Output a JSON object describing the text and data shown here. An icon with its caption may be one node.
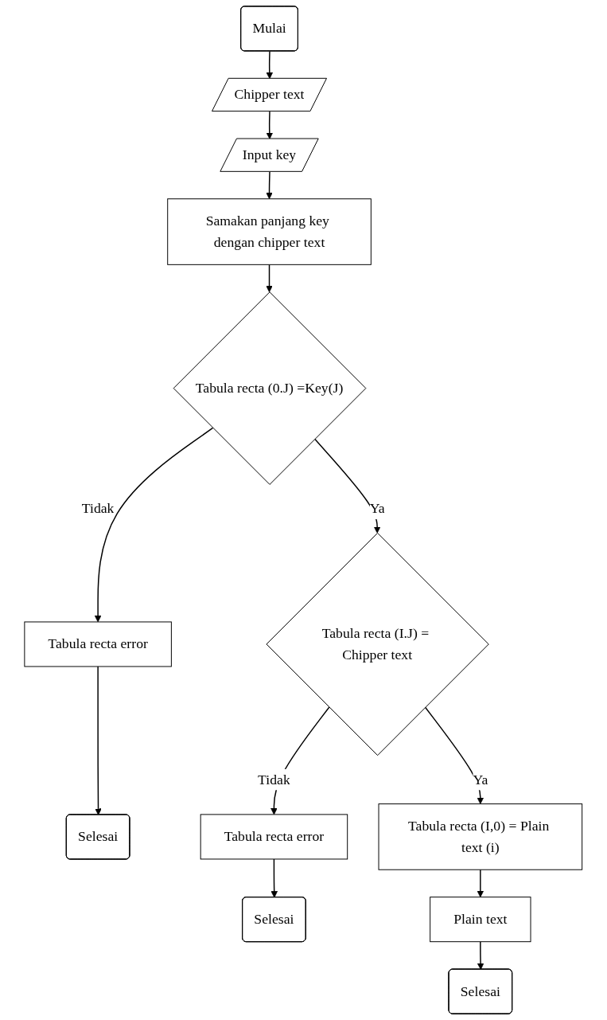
{
  "diagram": {
    "nodes": [
      {
        "text": [
          "Mulai"
        ]
      },
      {
        "text": [
          "Chipper text"
        ]
      },
      {
        "text": [
          "Input key"
        ]
      },
      {
        "text": [
          "Samakan panjang key dengan chipper text"
        ]
      },
      {
        "text": [
          "Tabula recta (0.J) =Key(J)"
        ]
      },
      {
        "text": [
          "Tabula recta error"
        ]
      },
      {
        "text": [
          "Selesai"
        ]
      },
      {
        "text": [
          "Tabula recta (I.J) = Chipper text"
        ]
      },
      {
        "text": [
          "Tabula recta error"
        ]
      },
      {
        "text": [
          "Selesai"
        ]
      },
      {
        "text": [
          "Tabula recta (I,0) = Plain text (i)"
        ]
      },
      {
        "text": [
          "Plain text"
        ]
      },
      {
        "text": [
          "Selesai"
        ]
      }
    ],
    "edges": [
      {
        "from": 0,
        "to": 1,
        "arrow": "to"
      },
      {
        "from": 1,
        "to": 2,
        "arrow": "to"
      },
      {
        "from": 2,
        "to": 3,
        "arrow": "to"
      },
      {
        "from": 3,
        "to": 4,
        "arrow": "to"
      },
      {
        "from": 4,
        "to": 5,
        "arrow": "to",
        "label": "Tidak"
      },
      {
        "from": 5,
        "to": 6,
        "arrow": "to"
      },
      {
        "from": 4,
        "to": 7,
        "arrow": "to",
        "label": "Ya"
      },
      {
        "from": 7,
        "to": 8,
        "arrow": "to",
        "label": "Tidak"
      },
      {
        "from": 8,
        "to": 9,
        "arrow": "to"
      },
      {
        "from": 7,
        "to": 10,
        "arrow": "to",
        "label": "Ya"
      },
      {
        "from": 10,
        "to": 11,
        "arrow": "to"
      },
      {
        "from": 11,
        "to": 12,
        "arrow": "to"
      }
    ]
  }
}
